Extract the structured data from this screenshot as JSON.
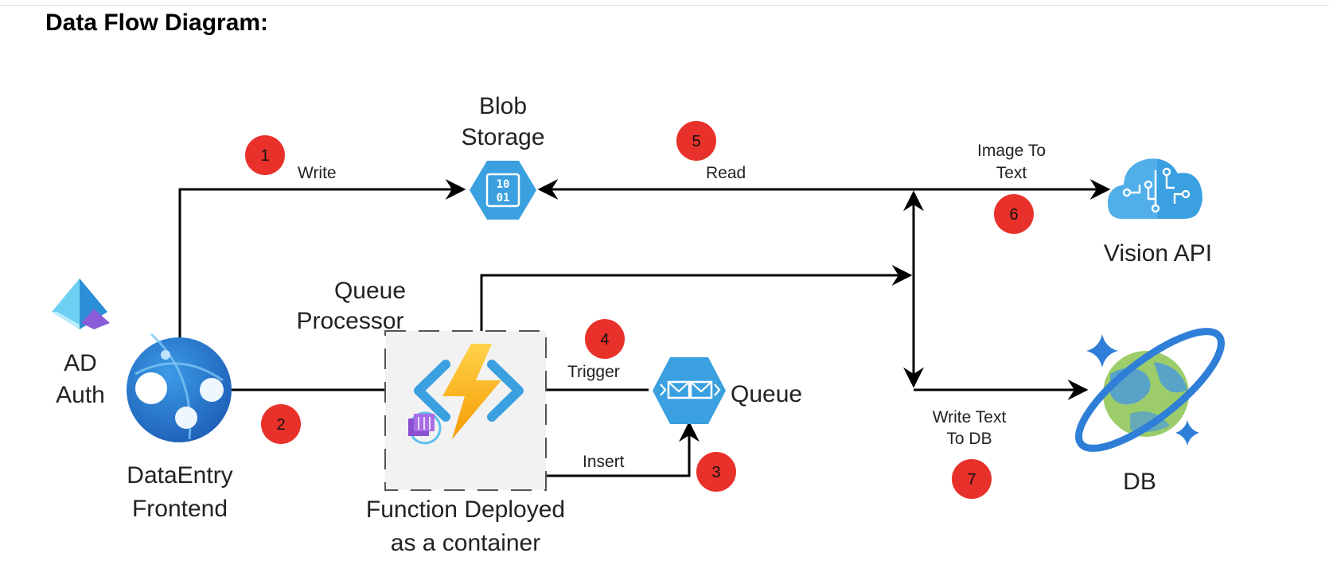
{
  "heading": "Data Flow Diagram:",
  "nodes": {
    "blob_storage": {
      "line1": "Blob",
      "line2": "Storage",
      "glyph_line1": "10",
      "glyph_line2": "01"
    },
    "vision_api": {
      "label": "Vision API"
    },
    "ad_auth": {
      "line1": "AD",
      "line2": "Auth"
    },
    "frontend": {
      "line1": "DataEntry",
      "line2": "Frontend"
    },
    "queue_processor": {
      "line1": "Queue",
      "line2": "Processor"
    },
    "function": {
      "line1": "Function Deployed",
      "line2": "as a container"
    },
    "queue": {
      "label": "Queue"
    },
    "db": {
      "label": "DB"
    }
  },
  "edges": {
    "write": "Write",
    "read": "Read",
    "image_to_text": {
      "line1": "Image To",
      "line2": "Text"
    },
    "trigger": "Trigger",
    "insert": "Insert",
    "write_text_db": {
      "line1": "Write Text",
      "line2": "To DB"
    }
  },
  "steps": [
    "1",
    "2",
    "3",
    "4",
    "5",
    "6",
    "7"
  ],
  "colors": {
    "badge": "#e8312a",
    "azure_blue": "#3aa0e0",
    "arrow": "#000000",
    "function_bolt": "#f4b400",
    "container_bg": "#f2f2f2"
  },
  "icons": [
    "blob-storage-icon",
    "vision-cloud-icon",
    "ad-pyramid-icon",
    "web-app-globe-icon",
    "function-bolt-icon",
    "container-registry-icon",
    "queue-icon",
    "cosmos-db-icon"
  ]
}
